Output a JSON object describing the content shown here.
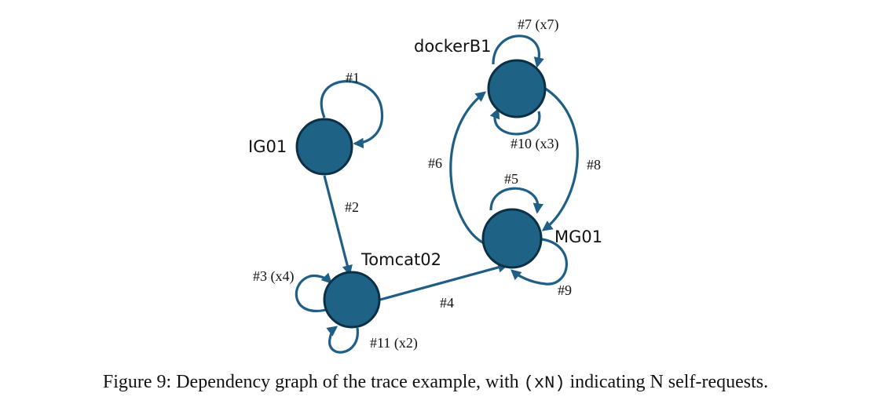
{
  "colors": {
    "node_fill": "#1e6386",
    "node_stroke": "#0b2f44",
    "edge": "#1f5f85"
  },
  "nodes": {
    "ig01": "IG01",
    "tomcat02": "Tomcat02",
    "mg01": "MG01",
    "dockerb1": "dockerB1"
  },
  "edges": {
    "e1": "#1",
    "e2": "#2",
    "e3": "#3 (x4)",
    "e4": "#4",
    "e5": "#5",
    "e6": "#6",
    "e7": "#7 (x7)",
    "e8": "#8",
    "e9": "#9",
    "e10": "#10 (x3)",
    "e11": "#11 (x2)"
  },
  "caption": {
    "prefix": "Figure 9: Dependency graph of the trace example, with ",
    "code": "(xN)",
    "suffix": " indicating N self-requests."
  }
}
